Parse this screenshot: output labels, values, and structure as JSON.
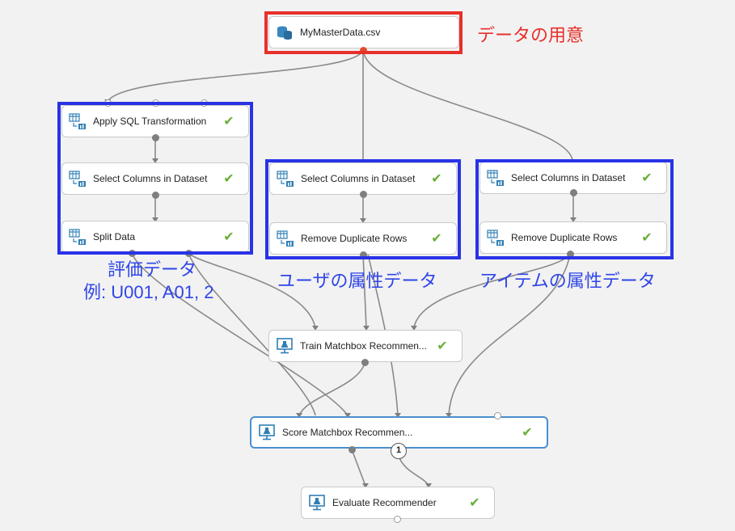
{
  "modules": {
    "dataset": {
      "label": "MyMasterData.csv"
    },
    "apply_sql": {
      "label": "Apply SQL Transformation"
    },
    "select_cols_1": {
      "label": "Select Columns in Dataset"
    },
    "split_data": {
      "label": "Split Data"
    },
    "select_cols_2": {
      "label": "Select Columns in Dataset"
    },
    "remove_dup_1": {
      "label": "Remove Duplicate Rows"
    },
    "select_cols_3": {
      "label": "Select Columns in Dataset"
    },
    "remove_dup_2": {
      "label": "Remove Duplicate Rows"
    },
    "train": {
      "label": "Train Matchbox Recommen..."
    },
    "score": {
      "label": "Score Matchbox Recommen...",
      "badge": "1"
    },
    "evaluate": {
      "label": "Evaluate Recommender"
    }
  },
  "annotations": {
    "data_prep": "データの用意",
    "rating_data_line1": "評価データ",
    "rating_data_line2": "例: U001, A01, 2",
    "user_attr": "ユーザの属性データ",
    "item_attr": "アイテムの属性データ"
  },
  "colors": {
    "annotation_blue": "#2f45e8",
    "annotation_red": "#e8302a",
    "status_green": "#6aae39",
    "selected_border": "#4a8fd0"
  },
  "icons": {
    "dataset": "database-icon",
    "transform": "table-transform-icon",
    "model": "flask-monitor-icon",
    "status": "check-icon"
  }
}
